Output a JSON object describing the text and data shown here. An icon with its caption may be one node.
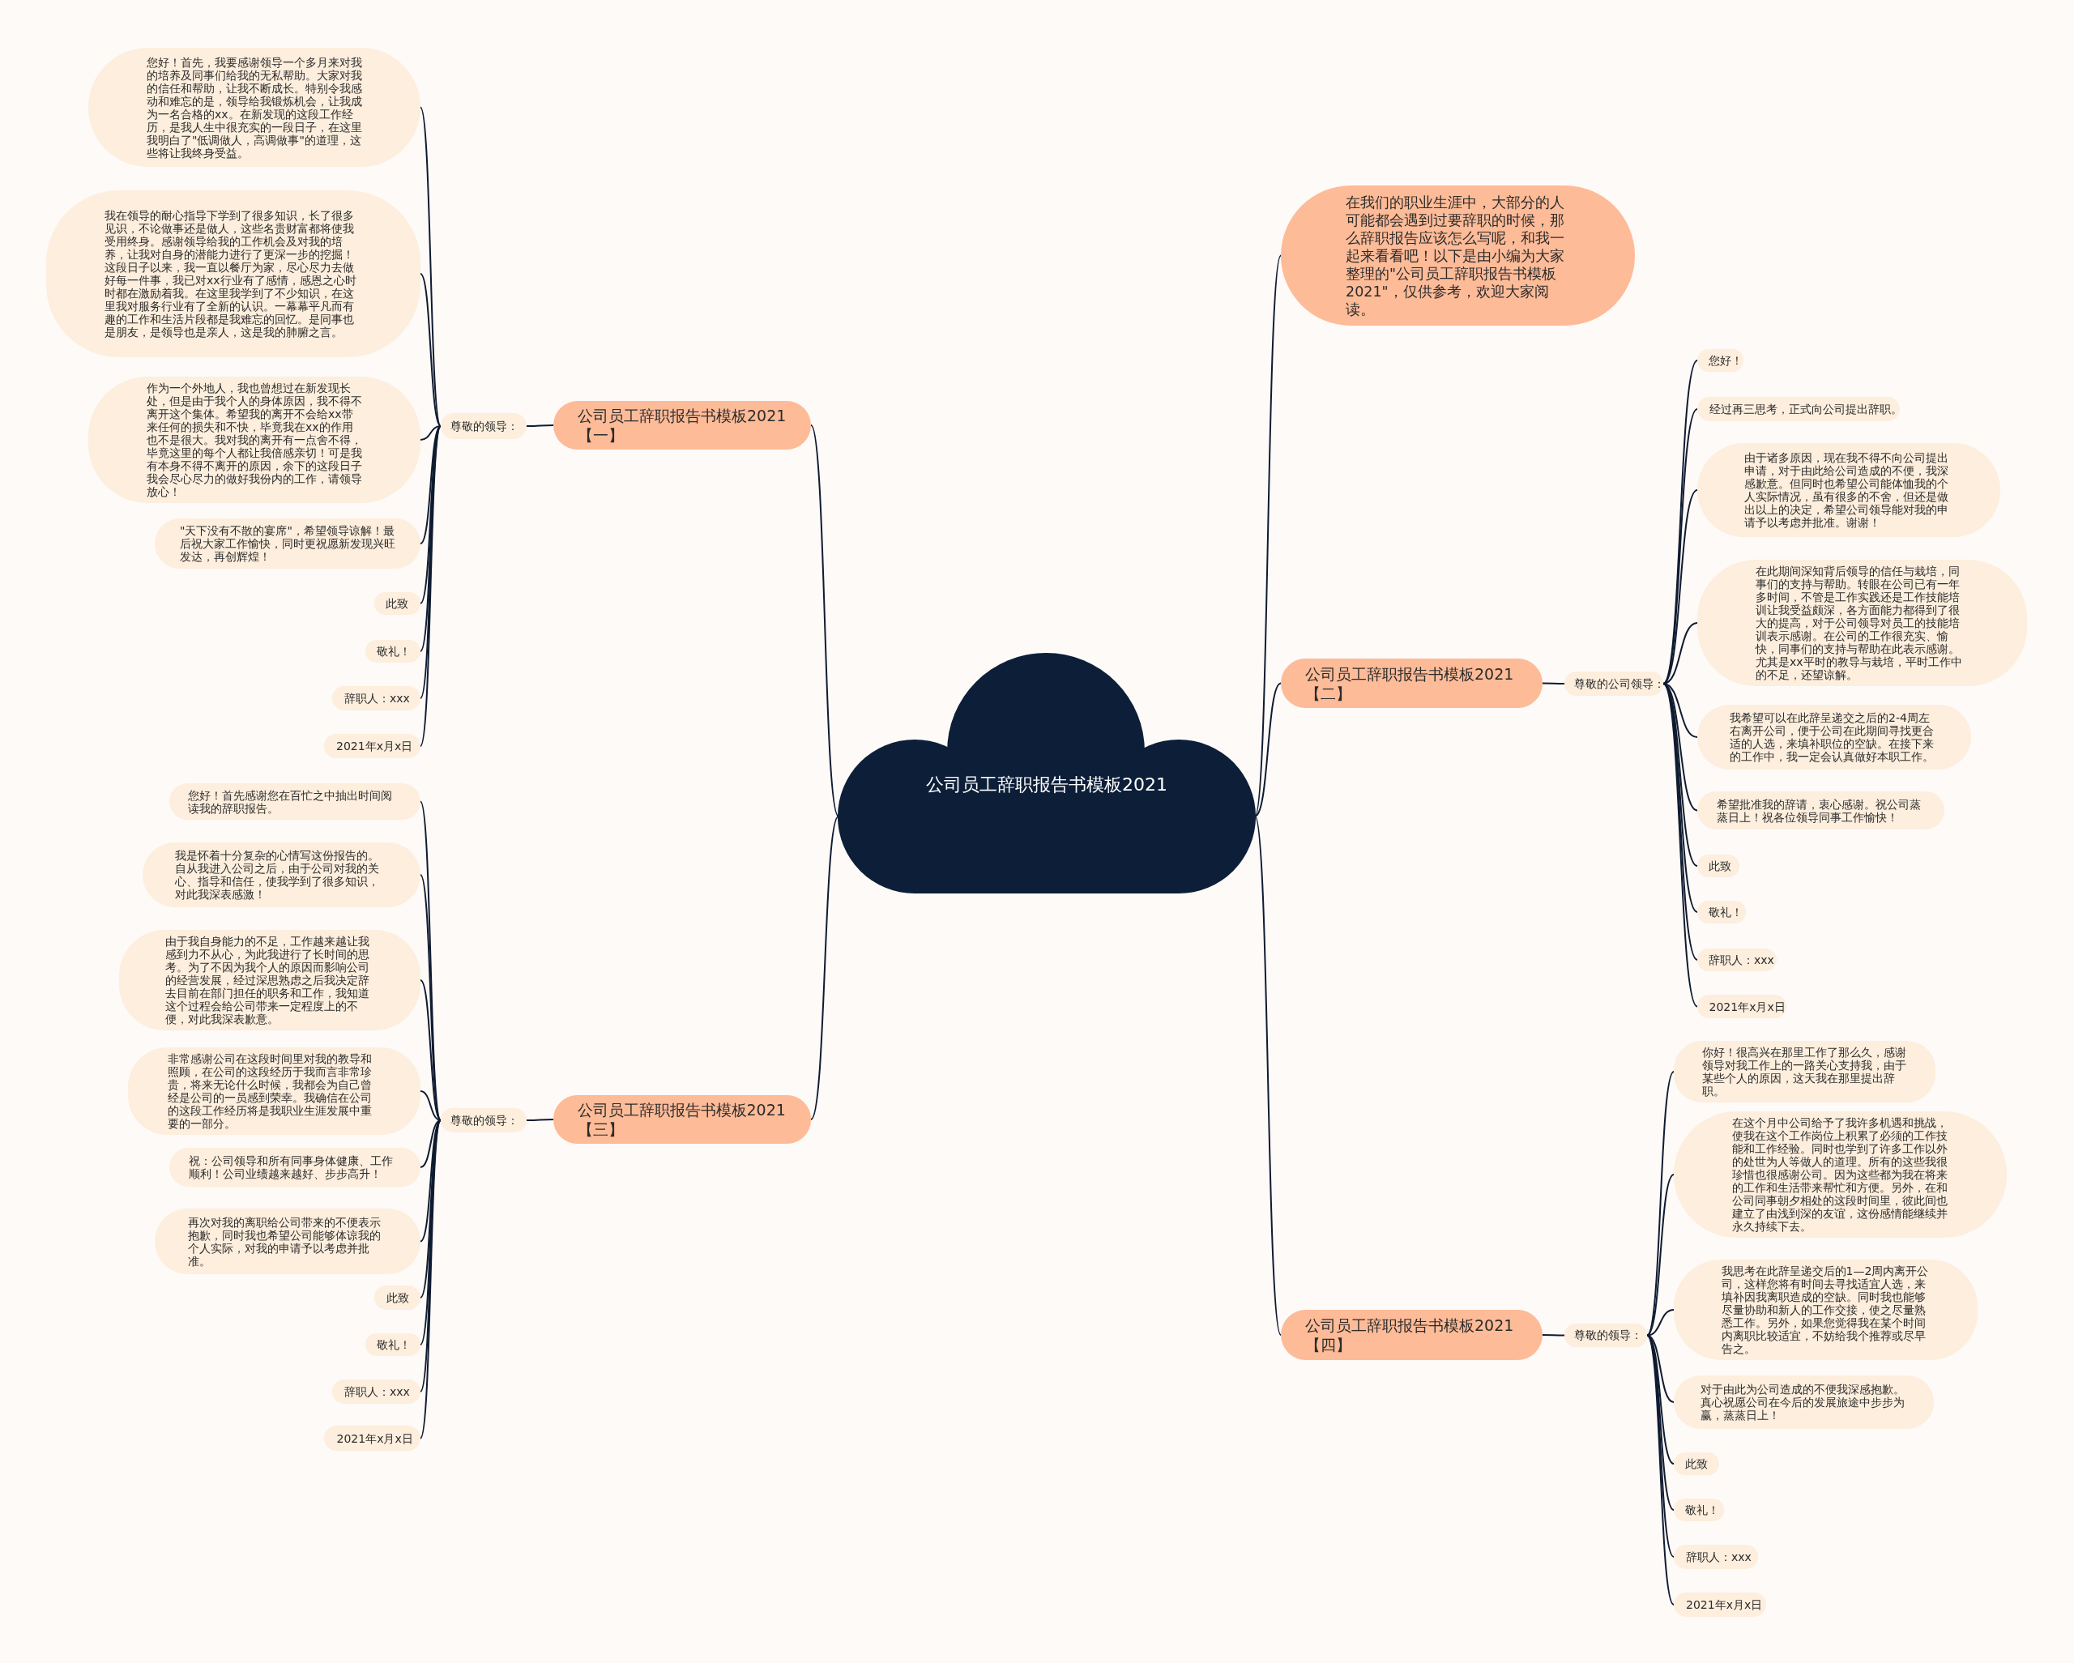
{
  "diagram": {
    "nodes": [
      {
        "text": [
          "公司员工辞职报告书模板2021"
        ]
      },
      {
        "text": [
          "在我们的职业生涯中，大部分的人可能都会遇到过要辞职的时候，那么辞职报告应该怎么写呢，和我一起来看看吧！以下是由小编为大家整理的\"公司员工辞职报告书模板2021\"，仅供参考，欢迎大家阅读。"
        ]
      },
      {
        "text": [
          "公司员工辞职报告书模板2021【一】"
        ]
      },
      {
        "text": [
          "尊敬的领导："
        ]
      },
      {
        "text": [
          "您好！首先，我要感谢领导一个多月来对我的培养及同事们给我的无私帮助。大家对我的信任和帮助，让我不断成长。特别令我感动和难忘的是，领导给我锻炼机会，让我成为一名合格的xx。在新发现的这段工作经历，是我人生中很充实的一段日子，在这里我明白了\"低调做人，高调做事\"的道理，这些将让我终身受益。"
        ]
      },
      {
        "text": [
          "我在领导的耐心指导下学到了很多知识，长了很多见识，不论做事还是做人，这些名贵财富都将使我受用终身。感谢领导给我的工作机会及对我的培养，让我对自身的潜能力进行了更深一步的挖掘！这段日子以来，我一直以餐厅为家，尽心尽力去做好每一件事，我已对xx行业有了感情，感恩之心时时都在激励着我。在这里我学到了不少知识，在这里我对服务行业有了全新的认识。一幕幕平凡而有趣的工作和生活片段都是我难忘的回忆。是同事也是朋友，是领导也是亲人，这是我的肺腑之言。"
        ]
      },
      {
        "text": [
          "作为一个外地人，我也曾想过在新发现长处，但是由于我个人的身体原因，我不得不离开这个集体。希望我的离开不会给xx带来任何的损失和不快，毕竟我在xx的作用也不是很大。我对我的离开有一点舍不得，毕竟这里的每个人都让我倍感亲切！可是我有本身不得不离开的原因，余下的这段日子我会尽心尽力的做好我份内的工作，请领导放心！"
        ]
      },
      {
        "text": [
          "\"天下没有不散的宴席\"，希望领导谅解！最后祝大家工作愉快，同时更祝愿新发现兴旺发达，再创辉煌！"
        ]
      },
      {
        "text": [
          "此致"
        ]
      },
      {
        "text": [
          "敬礼！"
        ]
      },
      {
        "text": [
          "辞职人：xxx"
        ]
      },
      {
        "text": [
          "2021年x月x日"
        ]
      },
      {
        "text": [
          "公司员工辞职报告书模板2021【二】"
        ]
      },
      {
        "text": [
          "尊敬的公司领导："
        ]
      },
      {
        "text": [
          "您好！"
        ]
      },
      {
        "text": [
          "经过再三思考，正式向公司提出辞职。"
        ]
      },
      {
        "text": [
          "由于诸多原因，现在我不得不向公司提出申请，对于由此给公司造成的不便，我深感歉意。但同时也希望公司能体恤我的个人实际情况，虽有很多的不舍，但还是做出以上的决定，希望公司领导能对我的申请予以考虑并批准。谢谢！"
        ]
      },
      {
        "text": [
          "在此期间深知背后领导的信任与栽培，同事们的支持与帮助。转眼在公司已有一年多时间，不管是工作实践还是工作技能培训让我受益颇深，各方面能力都得到了很大的提高，对于公司领导对员工的技能培训表示感谢。在公司的工作很充实、愉快，同事们的支持与帮助在此表示感谢。尤其是xx平时的教导与栽培，平时工作中的不足，还望谅解。"
        ]
      },
      {
        "text": [
          "我希望可以在此辞呈递交之后的2-4周左右离开公司，便于公司在此期间寻找更合适的人选，来填补职位的空缺。在接下来的工作中，我一定会认真做好本职工作。"
        ]
      },
      {
        "text": [
          "希望批准我的辞请，衷心感谢。祝公司蒸蒸日上！祝各位领导同事工作愉快！"
        ]
      },
      {
        "text": [
          "此致"
        ]
      },
      {
        "text": [
          "敬礼！"
        ]
      },
      {
        "text": [
          "辞职人：xxx"
        ]
      },
      {
        "text": [
          "2021年x月x日"
        ]
      },
      {
        "text": [
          "公司员工辞职报告书模板2021【三】"
        ]
      },
      {
        "text": [
          "尊敬的领导："
        ]
      },
      {
        "text": [
          "您好！首先感谢您在百忙之中抽出时间阅读我的辞职报告。"
        ]
      },
      {
        "text": [
          "我是怀着十分复杂的心情写这份报告的。自从我进入公司之后，由于公司对我的关心、指导和信任，使我学到了很多知识，对此我深表感激！"
        ]
      },
      {
        "text": [
          "由于我自身能力的不足，工作越来越让我感到力不从心，为此我进行了长时间的思考。为了不因为我个人的原因而影响公司的经营发展，经过深思熟虑之后我决定辞去目前在部门担任的职务和工作，我知道这个过程会给公司带来一定程度上的不便，对此我深表歉意。"
        ]
      },
      {
        "text": [
          "非常感谢公司在这段时间里对我的教导和照顾，在公司的这段经历于我而言非常珍贵，将来无论什么时候，我都会为自己曾经是公司的一员感到荣幸。我确信在公司的这段工作经历将是我职业生涯发展中重要的一部分。"
        ]
      },
      {
        "text": [
          "祝：公司领导和所有同事身体健康、工作顺利！公司业绩越来越好、步步高升！"
        ]
      },
      {
        "text": [
          "再次对我的离职给公司带来的不便表示抱歉，同时我也希望公司能够体谅我的个人实际，对我的申请予以考虑并批准。"
        ]
      },
      {
        "text": [
          "此致"
        ]
      },
      {
        "text": [
          "敬礼！"
        ]
      },
      {
        "text": [
          "辞职人：xxx"
        ]
      },
      {
        "text": [
          "2021年x月x日"
        ]
      },
      {
        "text": [
          "公司员工辞职报告书模板2021【四】"
        ]
      },
      {
        "text": [
          "尊敬的领导："
        ]
      },
      {
        "text": [
          "你好！很高兴在那里工作了那么久，感谢领导对我工作上的一路关心支持我，由于某些个人的原因，这天我在那里提出辞职。"
        ]
      },
      {
        "text": [
          "在这个月中公司给予了我许多机遇和挑战，使我在这个工作岗位上积累了必须的工作技能和工作经验。同时也学到了许多工作以外的处世为人等做人的道理。所有的这些我很珍惜也很感谢公司。因为这些都为我在将来的工作和生活带来帮忙和方便。另外，在和公司同事朝夕相处的这段时间里，彼此间也建立了由浅到深的友谊，这份感情能继续并永久持续下去。"
        ]
      },
      {
        "text": [
          "我思考在此辞呈递交后的1—2周内离开公司，这样您将有时间去寻找适宜人选，来填补因我离职造成的空缺。同时我也能够尽量协助和新人的工作交接，使之尽量熟悉工作。另外，如果您觉得我在某个时间内离职比较适宜，不妨给我个推荐或尽早告之。"
        ]
      },
      {
        "text": [
          "对于由此为公司造成的不便我深感抱歉。真心祝愿公司在今后的发展旅途中步步为赢，蒸蒸日上！"
        ]
      },
      {
        "text": [
          "此致"
        ]
      },
      {
        "text": [
          "敬礼！"
        ]
      },
      {
        "text": [
          "辞职人：xxx"
        ]
      },
      {
        "text": [
          "2021年x月x日"
        ]
      }
    ],
    "edges": [
      {
        "from": 0,
        "to": 1,
        "arrow": "none"
      },
      {
        "from": 0,
        "to": 2,
        "arrow": "none"
      },
      {
        "from": 2,
        "to": 3,
        "arrow": "none"
      },
      {
        "from": 3,
        "to": 4,
        "arrow": "none"
      },
      {
        "from": 3,
        "to": 5,
        "arrow": "none"
      },
      {
        "from": 3,
        "to": 6,
        "arrow": "none"
      },
      {
        "from": 3,
        "to": 7,
        "arrow": "none"
      },
      {
        "from": 3,
        "to": 8,
        "arrow": "none"
      },
      {
        "from": 3,
        "to": 9,
        "arrow": "none"
      },
      {
        "from": 3,
        "to": 10,
        "arrow": "none"
      },
      {
        "from": 3,
        "to": 11,
        "arrow": "none"
      },
      {
        "from": 0,
        "to": 12,
        "arrow": "none"
      },
      {
        "from": 12,
        "to": 13,
        "arrow": "none"
      },
      {
        "from": 13,
        "to": 14,
        "arrow": "none"
      },
      {
        "from": 13,
        "to": 15,
        "arrow": "none"
      },
      {
        "from": 13,
        "to": 16,
        "arrow": "none"
      },
      {
        "from": 13,
        "to": 17,
        "arrow": "none"
      },
      {
        "from": 13,
        "to": 18,
        "arrow": "none"
      },
      {
        "from": 13,
        "to": 19,
        "arrow": "none"
      },
      {
        "from": 13,
        "to": 20,
        "arrow": "none"
      },
      {
        "from": 13,
        "to": 21,
        "arrow": "none"
      },
      {
        "from": 13,
        "to": 22,
        "arrow": "none"
      },
      {
        "from": 13,
        "to": 23,
        "arrow": "none"
      },
      {
        "from": 0,
        "to": 24,
        "arrow": "none"
      },
      {
        "from": 24,
        "to": 25,
        "arrow": "none"
      },
      {
        "from": 25,
        "to": 26,
        "arrow": "none"
      },
      {
        "from": 25,
        "to": 27,
        "arrow": "none"
      },
      {
        "from": 25,
        "to": 28,
        "arrow": "none"
      },
      {
        "from": 25,
        "to": 29,
        "arrow": "none"
      },
      {
        "from": 25,
        "to": 30,
        "arrow": "none"
      },
      {
        "from": 25,
        "to": 31,
        "arrow": "none"
      },
      {
        "from": 25,
        "to": 32,
        "arrow": "none"
      },
      {
        "from": 25,
        "to": 33,
        "arrow": "none"
      },
      {
        "from": 25,
        "to": 34,
        "arrow": "none"
      },
      {
        "from": 25,
        "to": 35,
        "arrow": "none"
      },
      {
        "from": 0,
        "to": 36,
        "arrow": "none"
      },
      {
        "from": 36,
        "to": 37,
        "arrow": "none"
      },
      {
        "from": 37,
        "to": 38,
        "arrow": "none"
      },
      {
        "from": 37,
        "to": 39,
        "arrow": "none"
      },
      {
        "from": 37,
        "to": 40,
        "arrow": "none"
      },
      {
        "from": 37,
        "to": 41,
        "arrow": "none"
      },
      {
        "from": 37,
        "to": 42,
        "arrow": "none"
      },
      {
        "from": 37,
        "to": 43,
        "arrow": "none"
      },
      {
        "from": 37,
        "to": 44,
        "arrow": "none"
      },
      {
        "from": 37,
        "to": 45,
        "arrow": "none"
      }
    ]
  }
}
